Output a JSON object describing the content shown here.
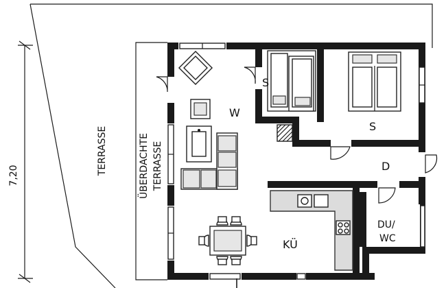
{
  "labels": {
    "terrace": "TERRASSE",
    "covered_terrace_1": "ÜBERDACHTE",
    "covered_terrace_2": "TERRASSE",
    "living": "W",
    "bedroom_small": "S",
    "bedroom": "S",
    "hall": "D",
    "kitchen": "KÜ",
    "bath_1": "DU/",
    "bath_2": "WC"
  },
  "dimension": {
    "height_label": "7,20"
  },
  "colors": {
    "wall": "#1a1a1a",
    "furniture_fill": "#ffffff",
    "upholstery": "#e6e6e6",
    "counter": "#dcdcdc"
  }
}
